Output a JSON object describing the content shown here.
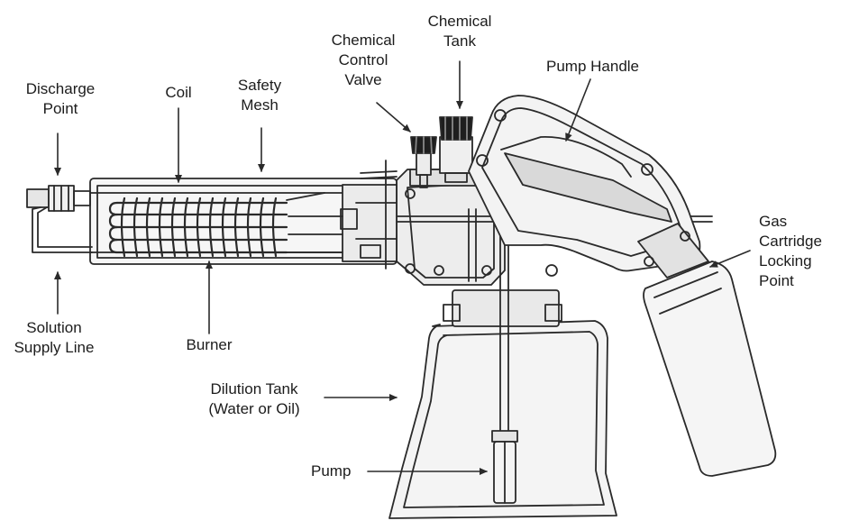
{
  "diagram": {
    "labels": {
      "discharge_point": [
        "Discharge",
        "Point"
      ],
      "coil": [
        "Coil"
      ],
      "safety_mesh": [
        "Safety",
        "Mesh"
      ],
      "chemical_control_valve": [
        "Chemical",
        "Control",
        "Valve"
      ],
      "chemical_tank": [
        "Chemical",
        "Tank"
      ],
      "pump_handle": [
        "Pump Handle"
      ],
      "gas_cartridge_locking_point": [
        "Gas",
        "Cartridge",
        "Locking",
        "Point"
      ],
      "solution_supply_line": [
        "Solution",
        "Supply Line"
      ],
      "burner": [
        "Burner"
      ],
      "dilution_tank": [
        "Dilution Tank",
        "(Water or Oil)"
      ],
      "pump": [
        "Pump"
      ]
    },
    "colors": {
      "line": "#2a2a2a",
      "fill_light": "#f2f2f2",
      "fill_mid": "#d9d9d9",
      "fill_dark": "#1e1e1e"
    }
  }
}
